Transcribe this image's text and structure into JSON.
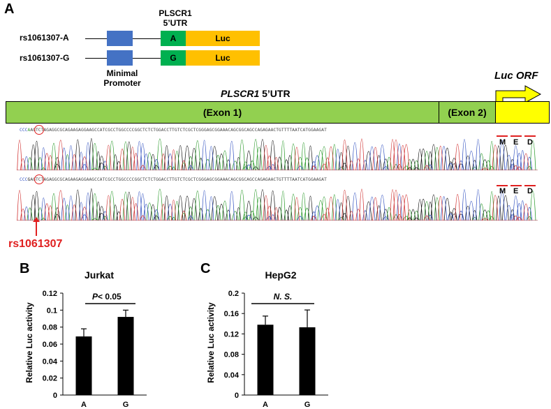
{
  "panel_a": {
    "letter": "A",
    "header_top": "PLSCR1",
    "header_bottom": "5’UTR",
    "constructs": [
      {
        "label": "rs1061307-A",
        "allele": "A",
        "luc": "Luc"
      },
      {
        "label": "rs1061307-G",
        "allele": "G",
        "luc": "Luc"
      }
    ],
    "promoter_top": "Minimal",
    "promoter_bottom": "Promoter",
    "utr_gene": "PLSCR1",
    "utr_suffix": " 5’UTR",
    "exon1": "(Exon 1)",
    "exon2": "(Exon 2)",
    "orf_label": "Luc ORF",
    "seq_prefix": "CCC",
    "seq_allele_a": "A",
    "seq_allele_g": "G",
    "seq_rest": "AGTCTAGAGGCGCAGAAGAGGAAGCCATCGCCTGGCCCCGGCTCTCTGGACCTTGTCTCGCTCGGGAGCGGAAACAGCGGCAGCCAGAGAACTGTTTTAATCATGGAAGAT",
    "codons": [
      "M",
      "E",
      "D"
    ],
    "snp_label": "rs1061307",
    "colors": {
      "promoter": "#4472c4",
      "utr": "#00b050",
      "luc": "#ffc000",
      "exon": "#92d050",
      "orf": "#ffff00",
      "snp": "#e02020"
    }
  },
  "panel_b": {
    "letter": "B",
    "title": "Jurkat",
    "ylabel": "Relative Luc activity",
    "sig_prefix": "P",
    "sig_suffix": " < 0.05"
  },
  "panel_c": {
    "letter": "C",
    "title": "HepG2",
    "ylabel": "Relative Luc activity",
    "sig": "N. S."
  },
  "chart_data": [
    {
      "type": "bar",
      "title": "Jurkat",
      "ylabel": "Relative Luc activity",
      "categories": [
        "A",
        "G"
      ],
      "values": [
        0.069,
        0.092
      ],
      "errors": [
        0.009,
        0.008
      ],
      "ylim": [
        0,
        0.12
      ],
      "yticks": [
        "0",
        "0.02",
        "0.04",
        "0.06",
        "0.08",
        "0.1",
        "0.12"
      ],
      "annotation": "P < 0.05"
    },
    {
      "type": "bar",
      "title": "HepG2",
      "ylabel": "Relative Luc activity",
      "categories": [
        "A",
        "G"
      ],
      "values": [
        0.138,
        0.133
      ],
      "errors": [
        0.017,
        0.034
      ],
      "ylim": [
        0,
        0.2
      ],
      "yticks": [
        "0",
        "0.04",
        "0.08",
        "0.12",
        "0.16",
        "0.2"
      ],
      "annotation": "N. S."
    }
  ]
}
